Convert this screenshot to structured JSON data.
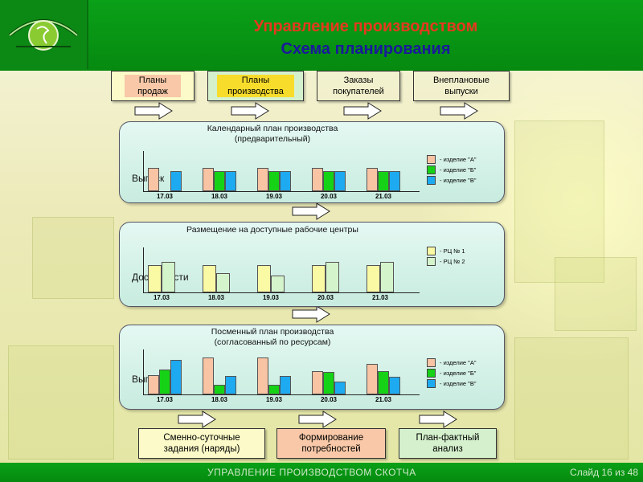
{
  "header": {
    "title": "Управление производством",
    "subtitle": "Схема планирования"
  },
  "inputs": [
    {
      "label": "Планы продаж",
      "color": "#fbfac8"
    },
    {
      "label": "Планы производства",
      "color": "#f8c8a8"
    },
    {
      "label": "Заказы покупателей",
      "color": "#d4f0cc"
    },
    {
      "label": "Внеплановые выпуски",
      "color": "#f8dc2c"
    }
  ],
  "panel1": {
    "title_line1": "Календарный план производства",
    "title_line2": "(предварительный)",
    "ylabel": "Выпуск",
    "chart_data": {
      "type": "bar",
      "categories": [
        "17.03",
        "18.03",
        "19.03",
        "20.03",
        "21.03"
      ],
      "series": [
        {
          "name": "- изделие \"А\"",
          "color": "#f8c4a4",
          "values": [
            3.5,
            3.5,
            3.5,
            3.5,
            3.5
          ]
        },
        {
          "name": "- изделие \"Б\"",
          "color": "#16d216",
          "values": [
            0,
            3,
            3,
            3,
            3
          ]
        },
        {
          "name": "- изделие \"В\"",
          "color": "#1eaaf0",
          "values": [
            3,
            3,
            3,
            3,
            3
          ]
        }
      ]
    }
  },
  "panel2": {
    "title_line1": "Размещение на доступные рабочие центры",
    "ylabel": "Доступности",
    "chart_data": {
      "type": "bar",
      "categories": [
        "17.03",
        "18.03",
        "19.03",
        "20.03",
        "21.03"
      ],
      "series": [
        {
          "name": "- РЦ № 1",
          "color": "#fbfaa4",
          "values": [
            3.5,
            3.5,
            3.5,
            3.5,
            3.5
          ]
        },
        {
          "name": "- РЦ № 2",
          "color": "#d4f4cc",
          "values": [
            4.0,
            2.5,
            2.2,
            4.0,
            4.0
          ]
        }
      ]
    }
  },
  "panel3": {
    "title_line1": "Посменный план производства",
    "title_line2": "(согласованный по ресурсам)",
    "ylabel": "Выпуск",
    "chart_data": {
      "type": "bar",
      "categories": [
        "17.03",
        "18.03",
        "19.03",
        "20.03",
        "21.03"
      ],
      "series": [
        {
          "name": "- изделие \"А\"",
          "color": "#f8c4a4",
          "values": [
            2.5,
            4.8,
            4.8,
            3.0,
            4.0
          ]
        },
        {
          "name": "- изделие \"Б\"",
          "color": "#16d216",
          "values": [
            3.2,
            1.2,
            1.2,
            2.9,
            3.0
          ]
        },
        {
          "name": "- изделие \"В\"",
          "color": "#1eaaf0",
          "values": [
            4.5,
            2.4,
            2.4,
            1.7,
            2.3
          ]
        }
      ]
    }
  },
  "outputs": [
    {
      "label": "Сменно-суточные задания (наряды)",
      "color": "#fbfac8"
    },
    {
      "label": "Формирование потребностей",
      "color": "#f8c8a8"
    },
    {
      "label": "План-фактный анализ",
      "color": "#d4f0cc"
    }
  ],
  "footer": {
    "text": "УПРАВЛЕНИЕ ПРОИЗВОДСТВОМ СКОТЧА",
    "slide": "Слайд 16 из 48"
  }
}
